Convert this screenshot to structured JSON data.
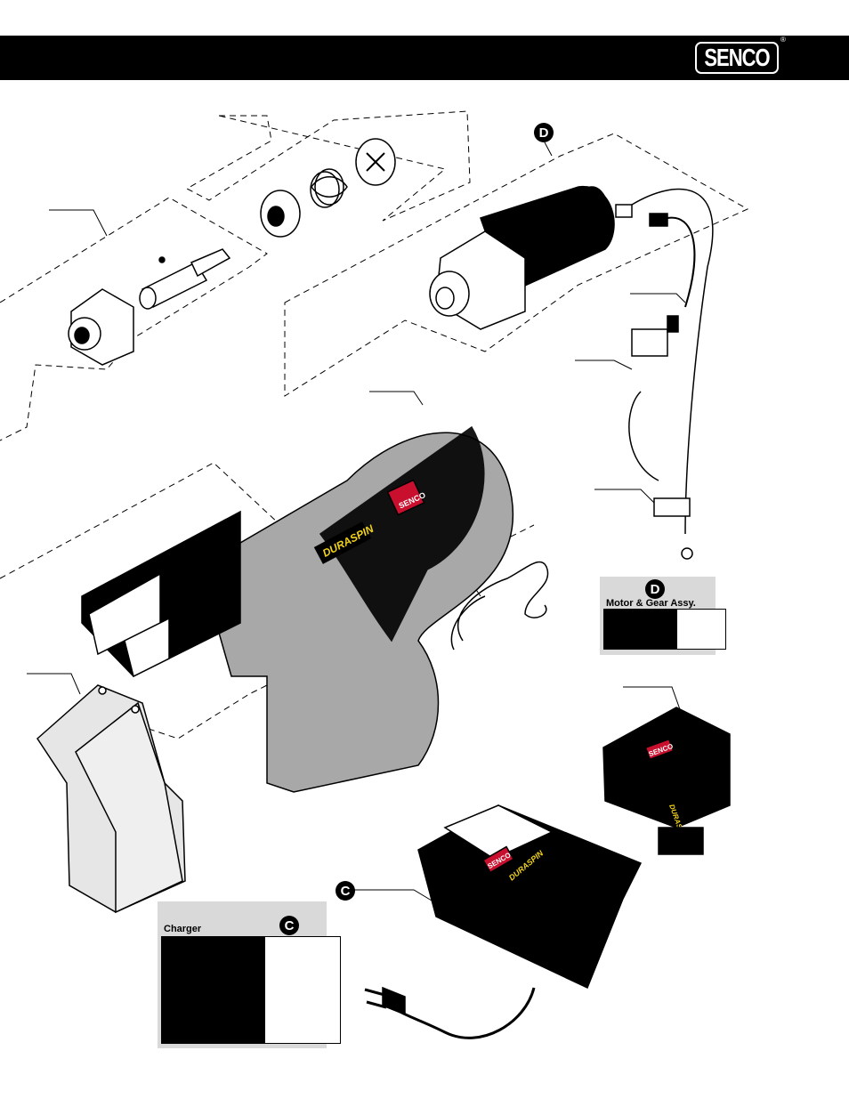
{
  "header": {
    "brand": "SENCO",
    "registered_mark": "®"
  },
  "callouts": {
    "motor_badge": "D",
    "charger_badge": "C"
  },
  "tool_labels": {
    "handle_brand": "DURASPIN",
    "handle_logo": "SENCO",
    "charger_brand": "DURASPIN",
    "charger_logo": "SENCO",
    "battery_logo": "SENCO",
    "battery_brand": "DURASPIN"
  },
  "panels": {
    "motor": {
      "badge": "D",
      "title": "Motor & Gear Assy."
    },
    "charger": {
      "badge": "C",
      "title": "Charger"
    }
  },
  "colors": {
    "header": "#000000",
    "tool_body": "#a8a8a8",
    "panel_bg": "#d9d9d9",
    "nose_cover": "#e6e6e6",
    "logo_red": "#c8102e",
    "brand_yellow": "#f2d21b"
  }
}
